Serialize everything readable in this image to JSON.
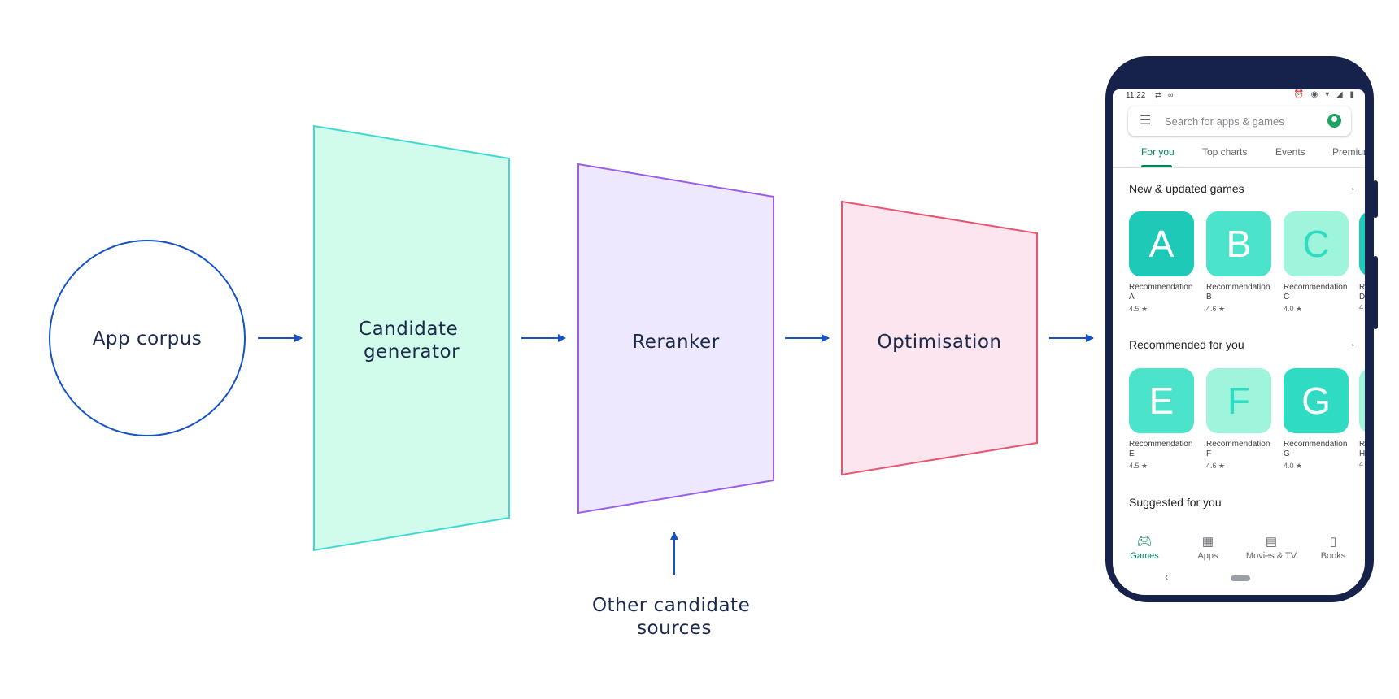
{
  "diagram": {
    "app_corpus": "App corpus",
    "candidate_generator": [
      "Candidate",
      "generator"
    ],
    "reranker": "Reranker",
    "optimisation": "Optimisation",
    "other_sources": [
      "Other candidate",
      "sources"
    ]
  },
  "colors": {
    "arrow": "#1552c4",
    "circle_stroke": "#1552c4",
    "candidate_fill": "#d1fbeb",
    "candidate_stroke": "#3fd9cf",
    "reranker_fill": "#ede8fd",
    "reranker_stroke": "#9b5ee6",
    "optimisation_fill": "#fde5f0",
    "optimisation_stroke": "#e6566f",
    "phone_frame": "#17224a",
    "play_green": "#01875f"
  },
  "phone": {
    "status": {
      "time": "11:22"
    },
    "search_placeholder": "Search for apps & games",
    "tabs": [
      "For you",
      "Top charts",
      "Events",
      "Premium"
    ],
    "sections": [
      {
        "title": "New & updated games",
        "items": [
          {
            "letter": "A",
            "name": [
              "Recommendation",
              "A"
            ],
            "rating": "4.5 ★",
            "color": "#1ec9b7"
          },
          {
            "letter": "B",
            "name": [
              "Recommendation",
              "B"
            ],
            "rating": "4.6 ★",
            "color": "#4be3ca"
          },
          {
            "letter": "C",
            "name": [
              "Recommendation",
              "C"
            ],
            "rating": "4.0 ★",
            "color": "#9ff5dc"
          }
        ],
        "peek": {
          "name": [
            "R",
            "D"
          ],
          "rating": "4"
        }
      },
      {
        "title": "Recommended for you",
        "items": [
          {
            "letter": "E",
            "name": [
              "Recommendation",
              "E"
            ],
            "rating": "4.5 ★",
            "color": "#4be3ca"
          },
          {
            "letter": "F",
            "name": [
              "Recommendation",
              "F"
            ],
            "rating": "4.6 ★",
            "color": "#9ff5dc"
          },
          {
            "letter": "G",
            "name": [
              "Recommendation",
              "G"
            ],
            "rating": "4.0 ★",
            "color": "#2fdcc3"
          }
        ],
        "peek": {
          "name": [
            "R",
            "H"
          ],
          "rating": "4"
        }
      }
    ],
    "suggested_title": "Suggested for you",
    "nav": [
      {
        "label": "Games",
        "icon": "gamepad-icon",
        "active": true
      },
      {
        "label": "Apps",
        "icon": "apps-grid-icon",
        "active": false
      },
      {
        "label": "Movies & TV",
        "icon": "film-icon",
        "active": false
      },
      {
        "label": "Books",
        "icon": "bookmark-icon",
        "active": false
      }
    ]
  }
}
